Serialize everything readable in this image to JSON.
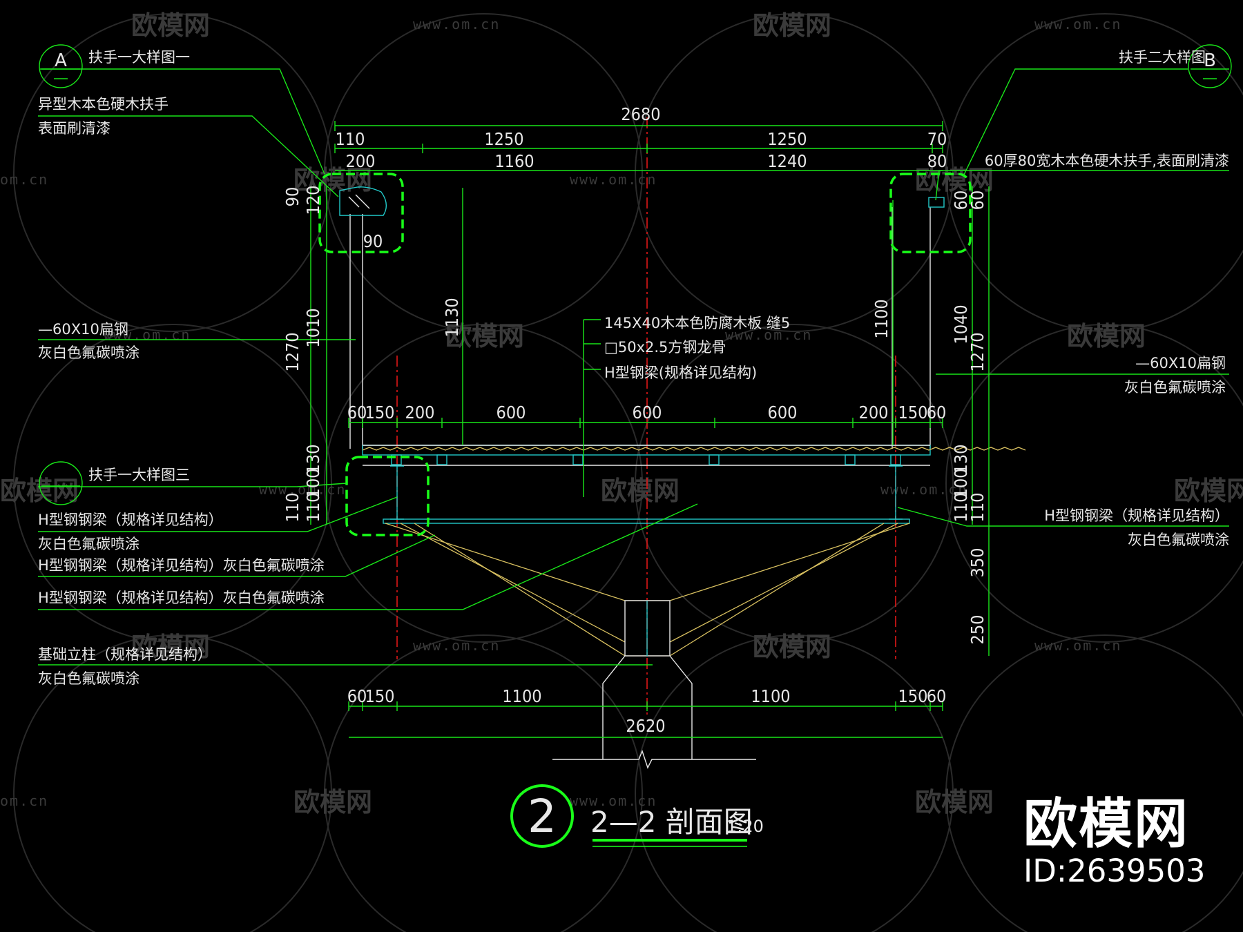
{
  "watermarks": {
    "brand": "欧模网",
    "url": "www.om.cn",
    "url_partial": "om.cn"
  },
  "overall": {
    "top_width": "2680",
    "bottom_width": "2620"
  },
  "dims_top_row1": [
    "110",
    "1250",
    "1250",
    "70"
  ],
  "dims_top_row2": [
    "200",
    "1160",
    "1240",
    "80"
  ],
  "dims_mid_row": [
    "60",
    "150",
    "200",
    "600",
    "600",
    "600",
    "200",
    "150",
    "60"
  ],
  "dims_bottom_row": [
    "60",
    "150",
    "1100",
    "1100",
    "150",
    "60"
  ],
  "dims_left_vertical": [
    "90",
    "120",
    "1270",
    "1010",
    "130",
    "100",
    "110",
    "110"
  ],
  "dims_right_vertical": [
    "60",
    "60",
    "1040",
    "1270",
    "130",
    "100",
    "110",
    "110",
    "350",
    "250"
  ],
  "dims_inner": {
    "handrail_width": "90",
    "left_height": "1130",
    "right_height": "1100"
  },
  "callouts": {
    "a_symbol": "A",
    "a_title": "扶手一大样图一",
    "b_symbol": "B",
    "b_title": "扶手二大样图",
    "c_title": "扶手一大样图三"
  },
  "notes": {
    "left_handrail_1": "异型木本色硬木扶手",
    "left_handrail_2": "表面刷清漆",
    "left_flat_steel_1": "—60X10扁钢",
    "left_flat_steel_2": "灰白色氟碳喷涂",
    "left_h_beam_1": "H型钢钢梁（规格详见结构）",
    "left_h_beam_2": "灰白色氟碳喷涂",
    "left_h_beam_3": "H型钢钢梁（规格详见结构）灰白色氟碳喷涂",
    "left_h_beam_4": "H型钢钢梁（规格详见结构）灰白色氟碳喷涂",
    "left_column_1": "基础立柱（规格详见结构）",
    "left_column_2": "灰白色氟碳喷涂",
    "right_handrail": "60厚80宽木本色硬木扶手,表面刷清漆",
    "right_flat_steel_1": "—60X10扁钢",
    "right_flat_steel_2": "灰白色氟碳喷涂",
    "right_h_beam_1": "H型钢钢梁（规格详见结构）",
    "right_h_beam_2": "灰白色氟碳喷涂",
    "center_board": "145X40木本色防腐木板 缝5",
    "center_keel": "□50x2.5方钢龙骨",
    "center_beam": "H型钢梁(规格详见结构)"
  },
  "title_block": {
    "number": "2",
    "title": "2—2 剖面图",
    "scale": "1:20"
  },
  "brand_corner": {
    "name": "欧模网",
    "id": "ID:2639503"
  },
  "colors": {
    "background": "#000000",
    "leader_green": "#19e619",
    "centerline_red": "#e01818",
    "detail_cyan": "#21c8c8",
    "text": "#e6e6e6"
  }
}
